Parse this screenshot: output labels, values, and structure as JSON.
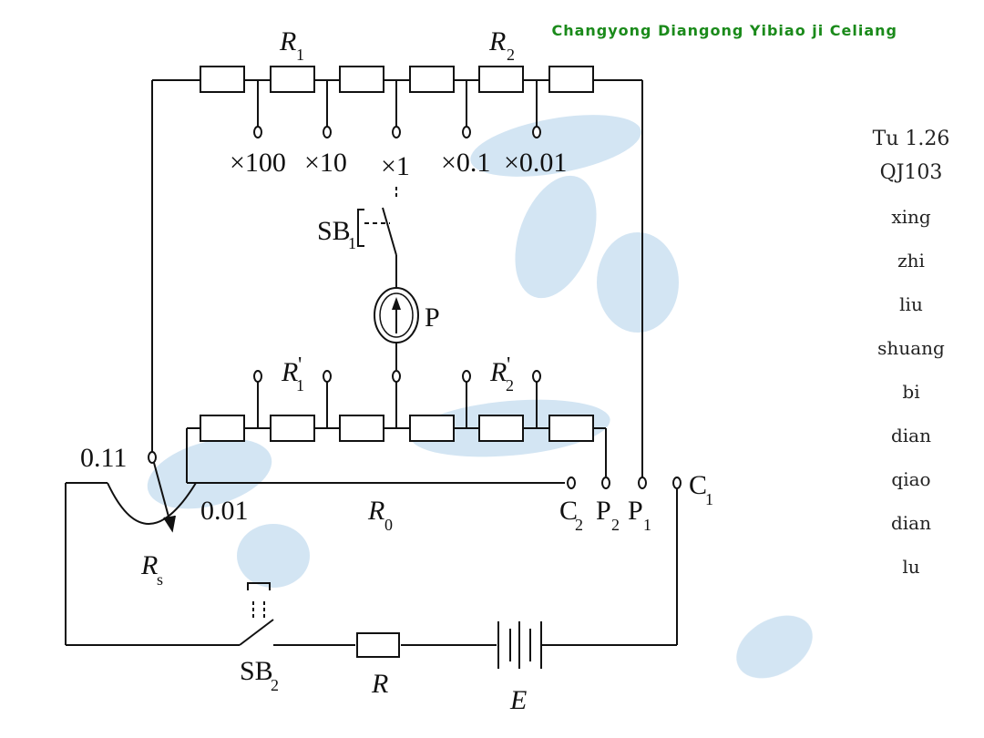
{
  "header": {
    "title": "Changyong Diangong Yibiao ji Celiang"
  },
  "caption": {
    "figure_number": "Tu 1.26",
    "model": "QJ103",
    "vertical_chars": [
      "xing",
      "zhi",
      "liu",
      "shuang",
      "bi",
      "dian",
      "qiao",
      "dian",
      "lu"
    ]
  },
  "labels": {
    "r1": "R",
    "r1_sub": "1",
    "r2": "R",
    "r2_sub": "2",
    "r1p": "R",
    "r1p_sub": "1",
    "r2p": "R",
    "r2p_sub": "2",
    "prime": "'",
    "mult_100": "×100",
    "mult_10": "×10",
    "mult_1": "×1",
    "mult_01": "×0.1",
    "mult_001": "×0.01",
    "sb1": "SB",
    "sb1_sub": "1",
    "sb2": "SB",
    "sb2_sub": "2",
    "p_meter": "P",
    "rs": "R",
    "rs_sub": "s",
    "r0": "R",
    "r0_sub": "0",
    "val_011": "0.11",
    "val_001": "0.01",
    "c2": "C",
    "c2_sub": "2",
    "p2": "P",
    "p2_sub": "2",
    "p1": "P",
    "p1_sub": "1",
    "c1": "C",
    "c1_sub": "1",
    "r": "R",
    "e": "E"
  },
  "colors": {
    "header": "#1a8a1a",
    "watermark": "#c9dff0",
    "line": "#111111"
  }
}
